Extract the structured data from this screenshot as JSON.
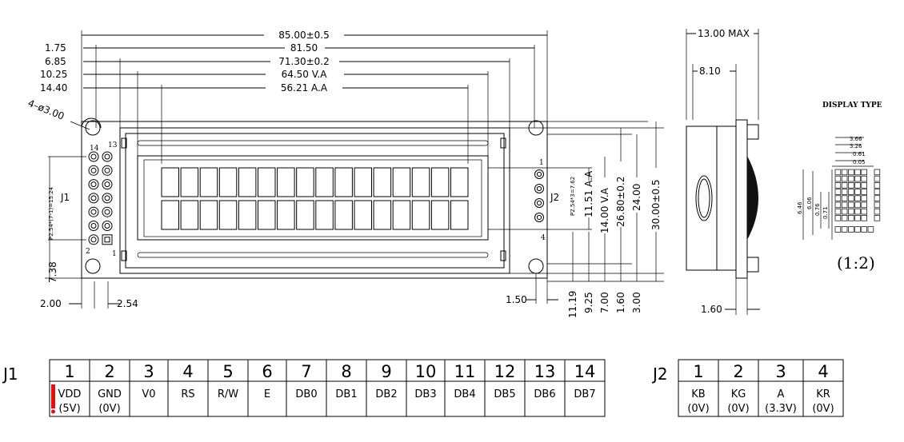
{
  "front_view": {
    "dim_top": [
      "85.00±0.5",
      "81.50",
      "71.30±0.2",
      "64.50  V.A",
      "56.21  A.A"
    ],
    "dim_left": [
      "1.75",
      "6.85",
      "10.25",
      "14.40"
    ],
    "hole_label": "4–ø3.00",
    "j1_label": "J1",
    "j1_pitch": "P2.54*(7-1)=15.24",
    "j1_pin14": "14",
    "j1_pin13": "13",
    "j1_pin2": "2",
    "j1_pin1": "1",
    "left_dim": "7.38",
    "bottom_dims": [
      "2.00",
      "2.54"
    ],
    "j2_label": "J2",
    "j2_pin1": "1",
    "j2_pin4": "4",
    "j2_pitch": "P2.54*3=7.62",
    "right_dims": [
      "11.51  A.A",
      "14.00  V.A",
      "26.80±0.2",
      "24.00",
      "30.00±0.5"
    ],
    "right_bottom_dims": [
      "1.50",
      "11.19",
      "9.25",
      "7.00",
      "1.60",
      "3.00"
    ]
  },
  "side_view": {
    "max_dim": "13.00 MAX",
    "dim_810": "8.10",
    "dim_160": "1.60"
  },
  "display_type": {
    "title": "DISPLAY TYPE",
    "dims_top": [
      "3.66",
      "3.26",
      "0.61",
      "0.05"
    ],
    "dims_left": [
      "6.46",
      "6.06",
      "0.76",
      "0.71"
    ],
    "scale": "(1:2)"
  },
  "j1_table": {
    "label": "J1",
    "pins": [
      "1",
      "2",
      "3",
      "4",
      "5",
      "6",
      "7",
      "8",
      "9",
      "10",
      "11",
      "12",
      "13",
      "14"
    ],
    "signals": [
      {
        "name": "VDD",
        "sub": "(5V)"
      },
      {
        "name": "GND",
        "sub": "(0V)"
      },
      {
        "name": "V0",
        "sub": ""
      },
      {
        "name": "RS",
        "sub": ""
      },
      {
        "name": "R/W",
        "sub": ""
      },
      {
        "name": "E",
        "sub": ""
      },
      {
        "name": "DB0",
        "sub": ""
      },
      {
        "name": "DB1",
        "sub": ""
      },
      {
        "name": "DB2",
        "sub": ""
      },
      {
        "name": "DB3",
        "sub": ""
      },
      {
        "name": "DB4",
        "sub": ""
      },
      {
        "name": "DB5",
        "sub": ""
      },
      {
        "name": "DB6",
        "sub": ""
      },
      {
        "name": "DB7",
        "sub": ""
      }
    ]
  },
  "j2_table": {
    "label": "J2",
    "pins": [
      "1",
      "2",
      "3",
      "4"
    ],
    "signals": [
      {
        "name": "KB",
        "sub": "(0V)"
      },
      {
        "name": "KG",
        "sub": "(0V)"
      },
      {
        "name": "A",
        "sub": "(3.3V)"
      },
      {
        "name": "KR",
        "sub": "(0V)"
      }
    ]
  },
  "colors": {
    "marker": "#e01010",
    "ink": "#000000"
  }
}
